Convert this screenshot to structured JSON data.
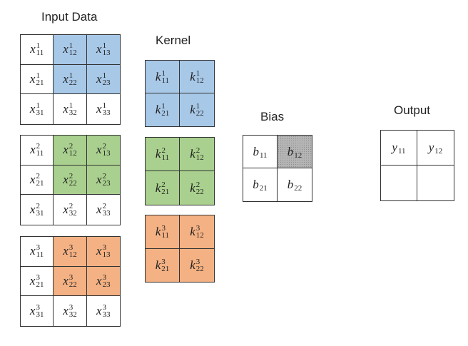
{
  "labels": {
    "input": "Input Data",
    "kernel": "Kernel",
    "bias": "Bias",
    "output": "Output"
  },
  "colors": {
    "blue": "#a8c8e8",
    "green": "#a9d08e",
    "orange": "#f4b183",
    "gray": "#b5b5b5",
    "white": "#ffffff"
  },
  "input_blocks": [
    {
      "id": "input-block-1",
      "cells": [
        [
          {
            "b": "x",
            "sup": "1",
            "sub": "11",
            "fill": "white"
          },
          {
            "b": "x",
            "sup": "1",
            "sub": "12",
            "fill": "blue"
          },
          {
            "b": "x",
            "sup": "1",
            "sub": "13",
            "fill": "blue"
          }
        ],
        [
          {
            "b": "x",
            "sup": "1",
            "sub": "21",
            "fill": "white"
          },
          {
            "b": "x",
            "sup": "1",
            "sub": "22",
            "fill": "blue"
          },
          {
            "b": "x",
            "sup": "1",
            "sub": "23",
            "fill": "blue"
          }
        ],
        [
          {
            "b": "x",
            "sup": "1",
            "sub": "31",
            "fill": "white"
          },
          {
            "b": "x",
            "sup": "1",
            "sub": "32",
            "fill": "white"
          },
          {
            "b": "x",
            "sup": "1",
            "sub": "33",
            "fill": "white"
          }
        ]
      ]
    },
    {
      "id": "input-block-2",
      "cells": [
        [
          {
            "b": "x",
            "sup": "2",
            "sub": "11",
            "fill": "white"
          },
          {
            "b": "x",
            "sup": "2",
            "sub": "12",
            "fill": "green"
          },
          {
            "b": "x",
            "sup": "2",
            "sub": "13",
            "fill": "green"
          }
        ],
        [
          {
            "b": "x",
            "sup": "2",
            "sub": "21",
            "fill": "white"
          },
          {
            "b": "x",
            "sup": "2",
            "sub": "22",
            "fill": "green"
          },
          {
            "b": "x",
            "sup": "2",
            "sub": "23",
            "fill": "green"
          }
        ],
        [
          {
            "b": "x",
            "sup": "2",
            "sub": "31",
            "fill": "white"
          },
          {
            "b": "x",
            "sup": "2",
            "sub": "32",
            "fill": "white"
          },
          {
            "b": "x",
            "sup": "2",
            "sub": "33",
            "fill": "white"
          }
        ]
      ]
    },
    {
      "id": "input-block-3",
      "cells": [
        [
          {
            "b": "x",
            "sup": "3",
            "sub": "11",
            "fill": "white"
          },
          {
            "b": "x",
            "sup": "3",
            "sub": "12",
            "fill": "orange"
          },
          {
            "b": "x",
            "sup": "3",
            "sub": "13",
            "fill": "orange"
          }
        ],
        [
          {
            "b": "x",
            "sup": "3",
            "sub": "21",
            "fill": "white"
          },
          {
            "b": "x",
            "sup": "3",
            "sub": "22",
            "fill": "orange"
          },
          {
            "b": "x",
            "sup": "3",
            "sub": "23",
            "fill": "orange"
          }
        ],
        [
          {
            "b": "x",
            "sup": "3",
            "sub": "31",
            "fill": "white"
          },
          {
            "b": "x",
            "sup": "3",
            "sub": "32",
            "fill": "white"
          },
          {
            "b": "x",
            "sup": "3",
            "sub": "33",
            "fill": "white"
          }
        ]
      ]
    }
  ],
  "kernel_blocks": [
    {
      "id": "kernel-block-1",
      "cells": [
        [
          {
            "b": "k",
            "sup": "1",
            "sub": "11",
            "fill": "blue"
          },
          {
            "b": "k",
            "sup": "1",
            "sub": "12",
            "fill": "blue"
          }
        ],
        [
          {
            "b": "k",
            "sup": "1",
            "sub": "21",
            "fill": "blue"
          },
          {
            "b": "k",
            "sup": "1",
            "sub": "22",
            "fill": "blue"
          }
        ]
      ]
    },
    {
      "id": "kernel-block-2",
      "cells": [
        [
          {
            "b": "k",
            "sup": "2",
            "sub": "11",
            "fill": "green"
          },
          {
            "b": "k",
            "sup": "2",
            "sub": "12",
            "fill": "green"
          }
        ],
        [
          {
            "b": "k",
            "sup": "2",
            "sub": "21",
            "fill": "green"
          },
          {
            "b": "k",
            "sup": "2",
            "sub": "22",
            "fill": "green"
          }
        ]
      ]
    },
    {
      "id": "kernel-block-3",
      "cells": [
        [
          {
            "b": "k",
            "sup": "3",
            "sub": "11",
            "fill": "orange"
          },
          {
            "b": "k",
            "sup": "3",
            "sub": "12",
            "fill": "orange"
          }
        ],
        [
          {
            "b": "k",
            "sup": "3",
            "sub": "21",
            "fill": "orange"
          },
          {
            "b": "k",
            "sup": "3",
            "sub": "22",
            "fill": "orange"
          }
        ]
      ]
    }
  ],
  "bias_block": {
    "id": "bias-block",
    "cells": [
      [
        {
          "b": "b",
          "sup": "",
          "sub": "11",
          "fill": "white"
        },
        {
          "b": "b",
          "sup": "",
          "sub": "12",
          "fill": "gray"
        }
      ],
      [
        {
          "b": "b",
          "sup": "",
          "sub": "21",
          "fill": "white"
        },
        {
          "b": "b",
          "sup": "",
          "sub": "22",
          "fill": "white"
        }
      ]
    ]
  },
  "output_block": {
    "id": "output-block",
    "cells": [
      [
        {
          "b": "y",
          "sup": "",
          "sub": "11",
          "fill": "white"
        },
        {
          "b": "y",
          "sup": "",
          "sub": "12",
          "fill": "white"
        }
      ],
      [
        {
          "b": "",
          "sup": "",
          "sub": "",
          "fill": "white"
        },
        {
          "b": "",
          "sup": "",
          "sub": "",
          "fill": "white"
        }
      ]
    ]
  }
}
